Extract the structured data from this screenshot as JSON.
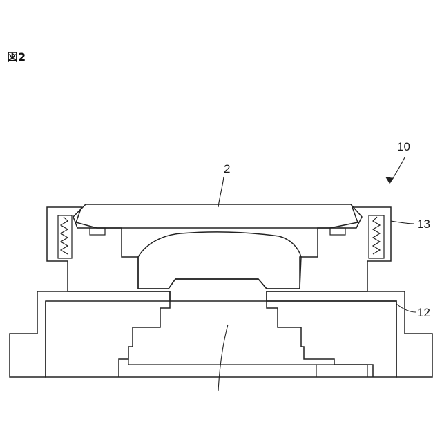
{
  "figure_label": "図2",
  "labels": {
    "assembly": "10",
    "window": "2",
    "ring": "13",
    "body": "12"
  }
}
